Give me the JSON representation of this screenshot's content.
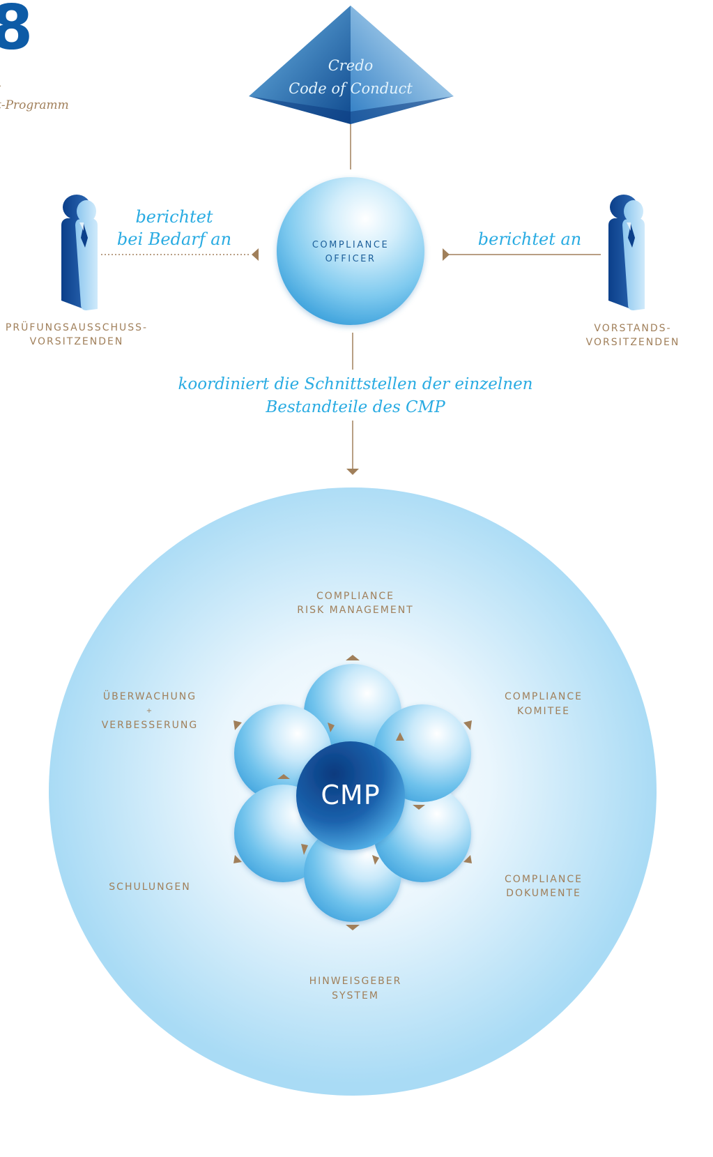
{
  "corner": {
    "big_digit": "8",
    "line1": "-",
    "line2": "t-Programm"
  },
  "pyramid": {
    "line1": "Credo",
    "line2": "Code of Conduct"
  },
  "officer": {
    "label_line1": "COMPLIANCE",
    "label_line2": "OFFICER"
  },
  "left_person": {
    "relation_line1": "berichtet",
    "relation_line2": "bei Bedarf an",
    "label_line1": "PRÜFUNGSAUSSCHUSS-",
    "label_line2": "VORSITZENDEN"
  },
  "right_person": {
    "relation": "berichtet an",
    "label_line1": "VORSTANDS-",
    "label_line2": "VORSITZENDEN"
  },
  "coordination": {
    "line1": "koordiniert die Schnittstellen der einzelnen",
    "line2": "Bestandteile des CMP"
  },
  "cmp": {
    "center": "CMP",
    "components": {
      "top": [
        "COMPLIANCE",
        "RISK MANAGEMENT"
      ],
      "top_right": [
        "COMPLIANCE",
        "KOMITEE"
      ],
      "bottom_right": [
        "COMPLIANCE",
        "DOKUMENTE"
      ],
      "bottom": [
        "HINWEISGEBER",
        "SYSTEM"
      ],
      "bottom_left": [
        "SCHULUNGEN"
      ],
      "top_left": [
        "ÜBERWACHUNG",
        "+",
        "VERBESSERUNG"
      ]
    }
  },
  "colors": {
    "accent_text": "#29abe2",
    "brown": "#a07f5a",
    "dark_blue": "#0d3f84",
    "light_blue": "#b9e3f7"
  }
}
